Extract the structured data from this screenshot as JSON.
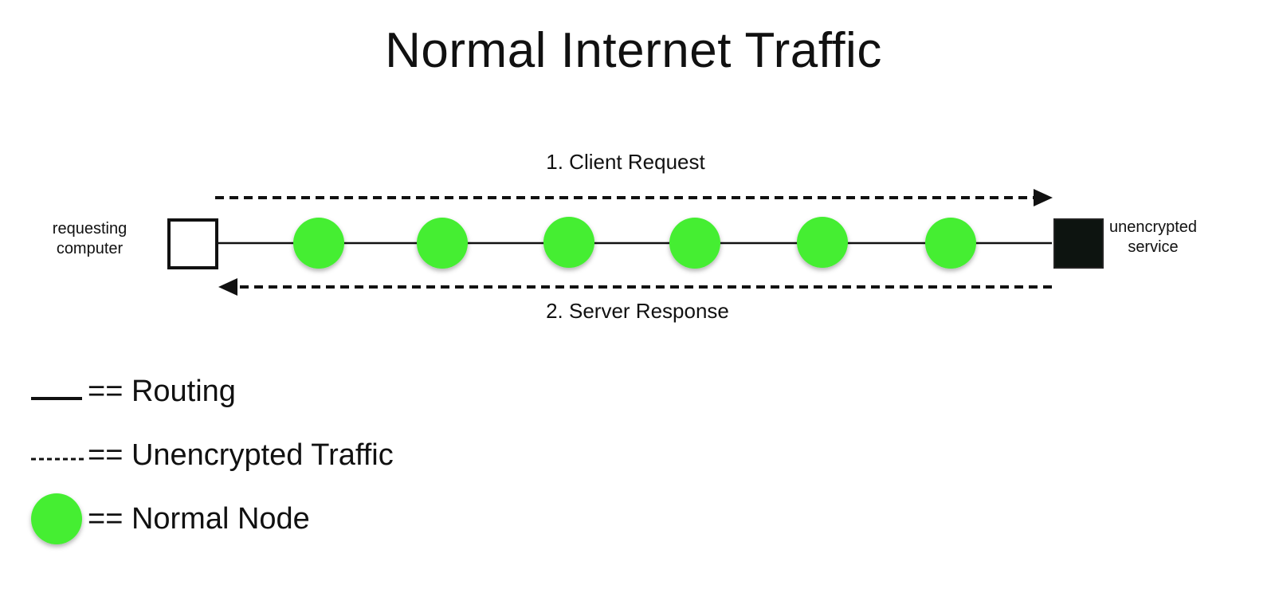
{
  "title": "Normal Internet Traffic",
  "endpoints": {
    "left": {
      "line1": "requesting",
      "line2": "computer"
    },
    "right": {
      "line1": "unencrypted",
      "line2": "service"
    }
  },
  "flows": {
    "request": "1. Client Request",
    "response": "2. Server Response"
  },
  "nodes": {
    "count": 6
  },
  "legend": [
    {
      "symbol": "solid-line",
      "text": "== Routing"
    },
    {
      "symbol": "dashed-line",
      "text": "== Unencrypted Traffic"
    },
    {
      "symbol": "green-node",
      "text": "== Normal Node"
    }
  ],
  "colors": {
    "node": "#44ee33",
    "server": "#0d1410",
    "line": "#111111",
    "background": "#ffffff"
  }
}
